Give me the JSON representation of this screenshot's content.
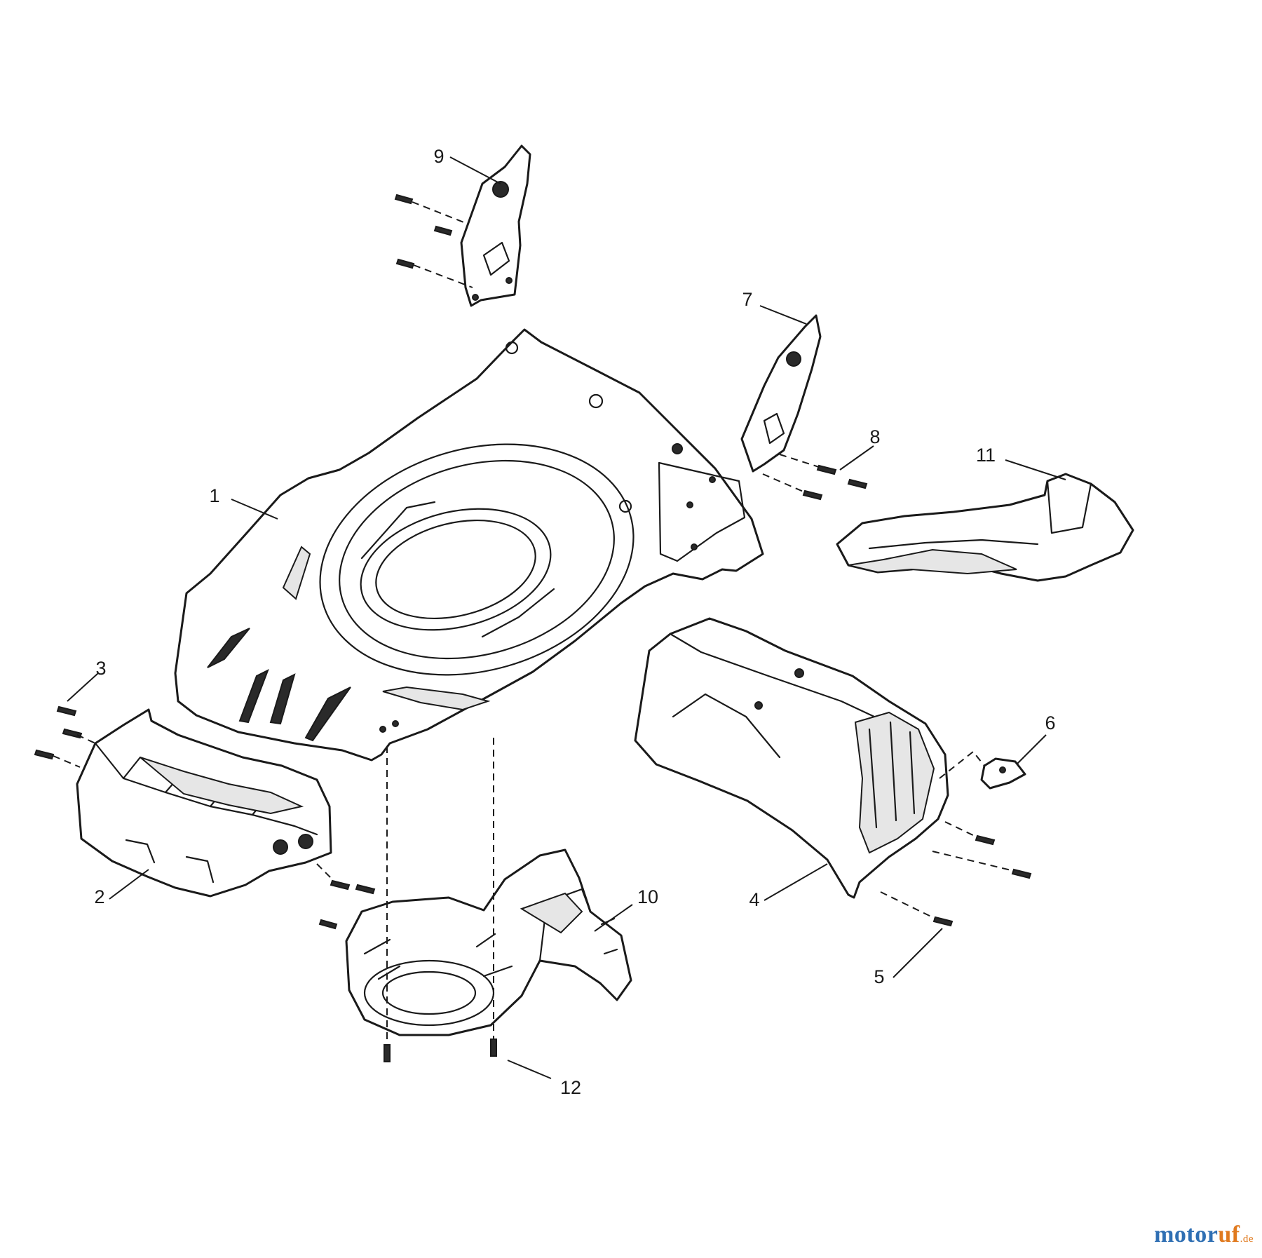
{
  "diagram": {
    "callouts": [
      "1",
      "2",
      "3",
      "4",
      "5",
      "6",
      "7",
      "8",
      "9",
      "10",
      "11",
      "12"
    ]
  },
  "branding": {
    "name_part1": "motor",
    "name_part2": "uf",
    "tld": ".de",
    "color_part1": "#2f6fb3",
    "color_part2": "#e07a1f"
  }
}
